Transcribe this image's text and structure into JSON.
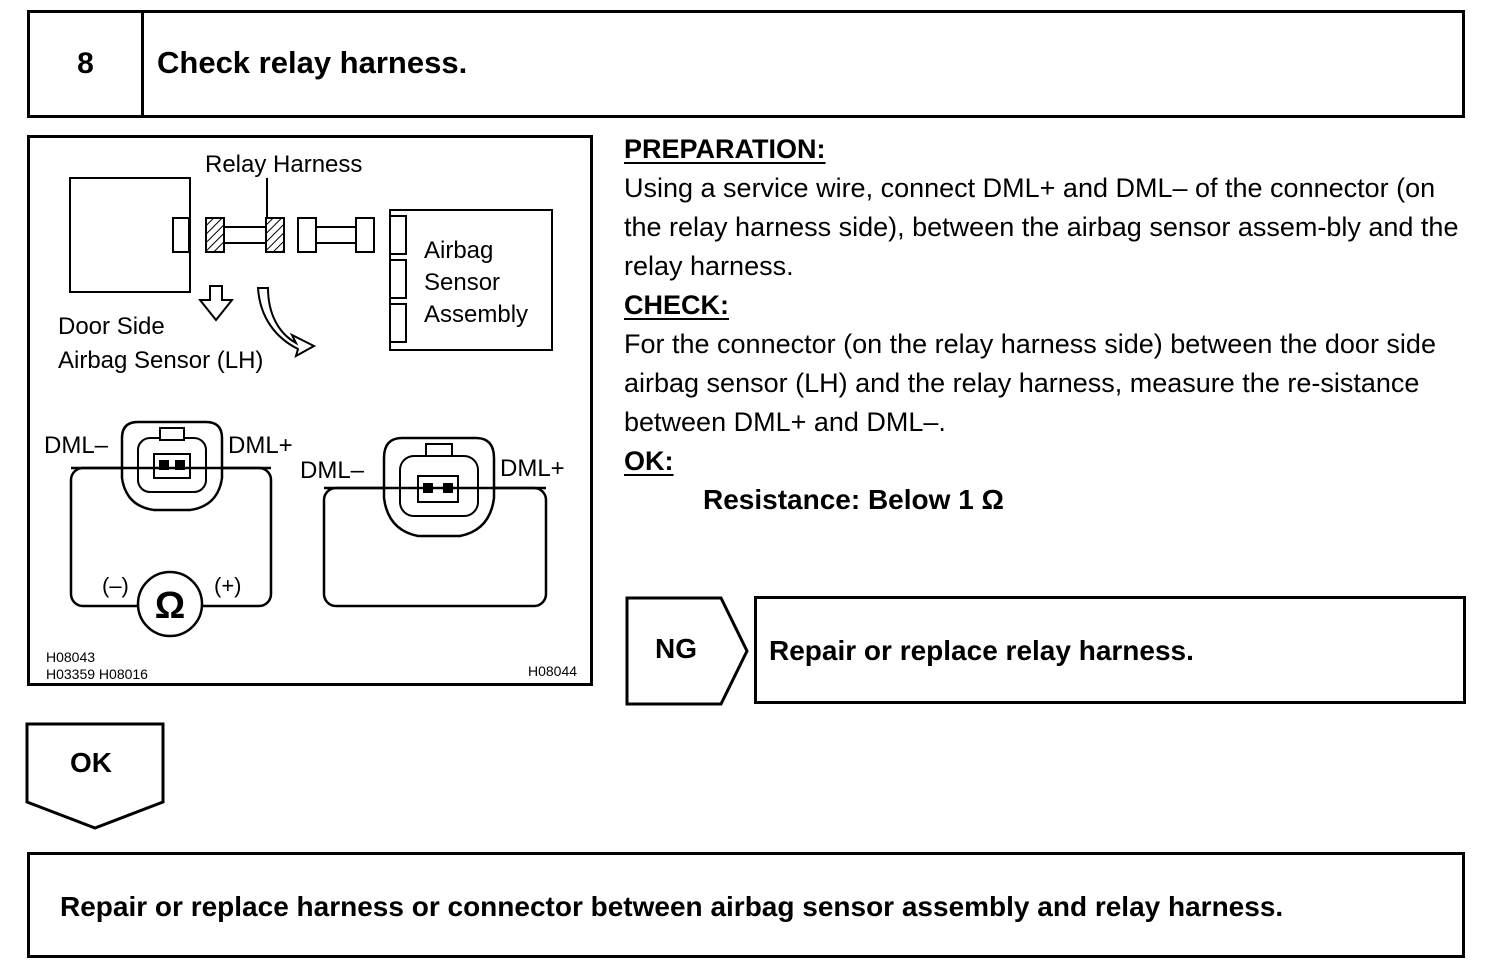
{
  "step": {
    "number": "8",
    "title": "Check relay harness."
  },
  "figure": {
    "relay_harness_label": "Relay Harness",
    "door_side_line1": "Door Side",
    "door_side_line2": "Airbag Sensor (LH)",
    "airbag_line1": "Airbag",
    "airbag_line2": "Sensor",
    "airbag_line3": "Assembly",
    "left_dml_minus": "DML–",
    "left_dml_plus": "DML+",
    "right_dml_minus": "DML–",
    "right_dml_plus": "DML+",
    "meter_minus": "(–)",
    "meter_plus": "(+)",
    "meter_symbol": "Ω",
    "code_left_1": "H08043",
    "code_left_2": "H03359 H08016",
    "code_right": "H08044"
  },
  "instructions": {
    "preparation_head": "PREPARATION:",
    "preparation_text": "Using a service wire, connect DML+ and DML– of the connector (on the relay harness side), between the airbag sensor assem-bly and the relay harness.",
    "check_head": "CHECK:",
    "check_text": "For the connector (on the relay harness side) between the door side airbag sensor (LH) and the relay harness, measure the re-sistance between DML+ and DML–.",
    "ok_head": "OK:",
    "ok_spec": "Resistance: Below 1 Ω"
  },
  "ng": {
    "label": "NG",
    "result": "Repair or replace relay harness."
  },
  "ok": {
    "label": "OK",
    "result": "Repair or replace harness or connector between airbag sensor assembly and relay harness."
  }
}
